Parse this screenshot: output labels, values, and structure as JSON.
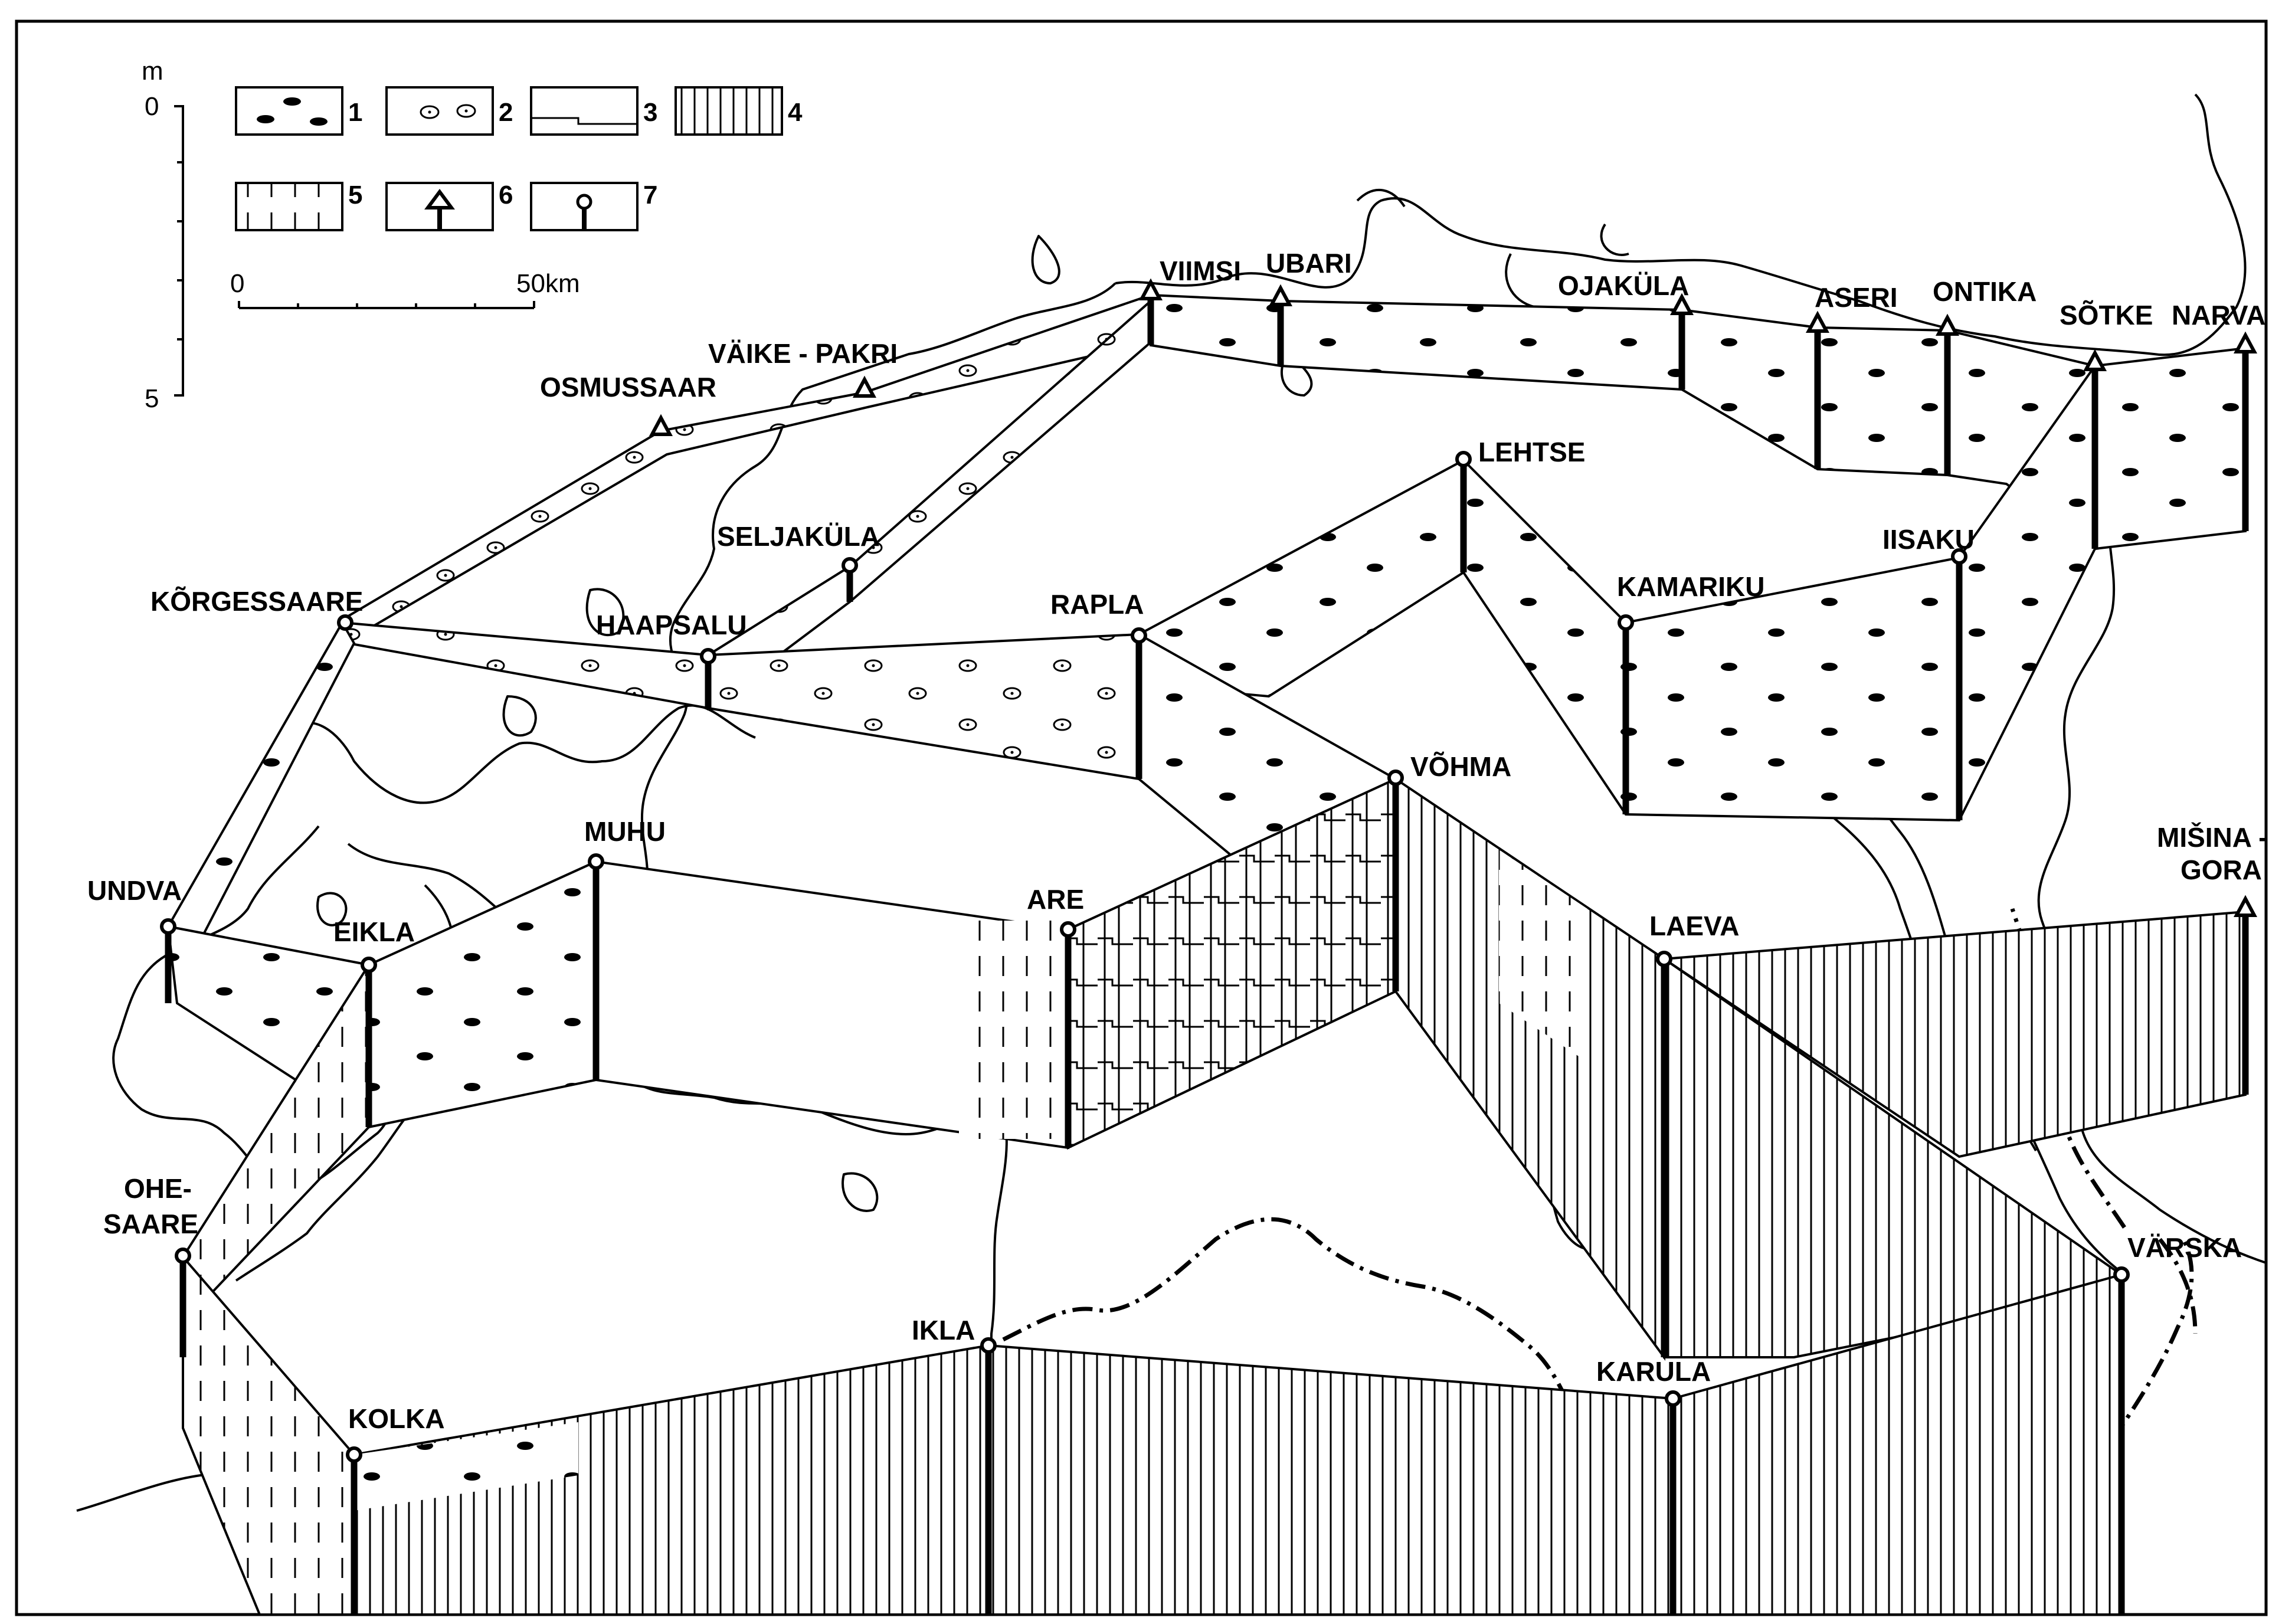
{
  "legend": {
    "unit": "m",
    "depth_ticks": [
      "0",
      "5"
    ],
    "items": [
      {
        "number": "1",
        "pattern": "dashes-dots"
      },
      {
        "number": "2",
        "pattern": "ringed-dots"
      },
      {
        "number": "3",
        "pattern": "erosion-line"
      },
      {
        "number": "4",
        "pattern": "vertical-lines"
      },
      {
        "number": "5",
        "pattern": "dashed-lines"
      },
      {
        "number": "6",
        "pattern": "triangle-marker"
      },
      {
        "number": "7",
        "pattern": "circle-marker"
      }
    ],
    "scale": {
      "start": "0",
      "end": "50km"
    }
  },
  "stations": {
    "viimsi": "VIIMSI",
    "ubari": "UBARI",
    "ojakula": "OJAKÜLA",
    "aseri": "ASERI",
    "ontika": "ONTIKA",
    "sotke": "SÕTKE",
    "narva": "NARVA",
    "vaike_pakri": "VÄIKE - PAKRI",
    "osmussaar": "OSMUSSAAR",
    "lehtse": "LEHTSE",
    "seljakula": "SELJAKÜLA",
    "iisaku": "IISAKU",
    "korgessaare": "KÕRGESSAARE",
    "haapsalu": "HAAPSALU",
    "rapla": "RAPLA",
    "kamariku": "KAMARIKU",
    "vohma": "VÕHMA",
    "muhu": "MUHU",
    "misina1": "MIŠINA -",
    "misina2": "GORA",
    "undva": "UNDVA",
    "eikla": "EIKLA",
    "are": "ARE",
    "laeva": "LAEVA",
    "ohe1": "OHE-",
    "ohe2": "SAARE",
    "varska": "VÄRSKA",
    "ikla": "IKLA",
    "karula": "KARULA",
    "kolka": "KOLKA"
  }
}
